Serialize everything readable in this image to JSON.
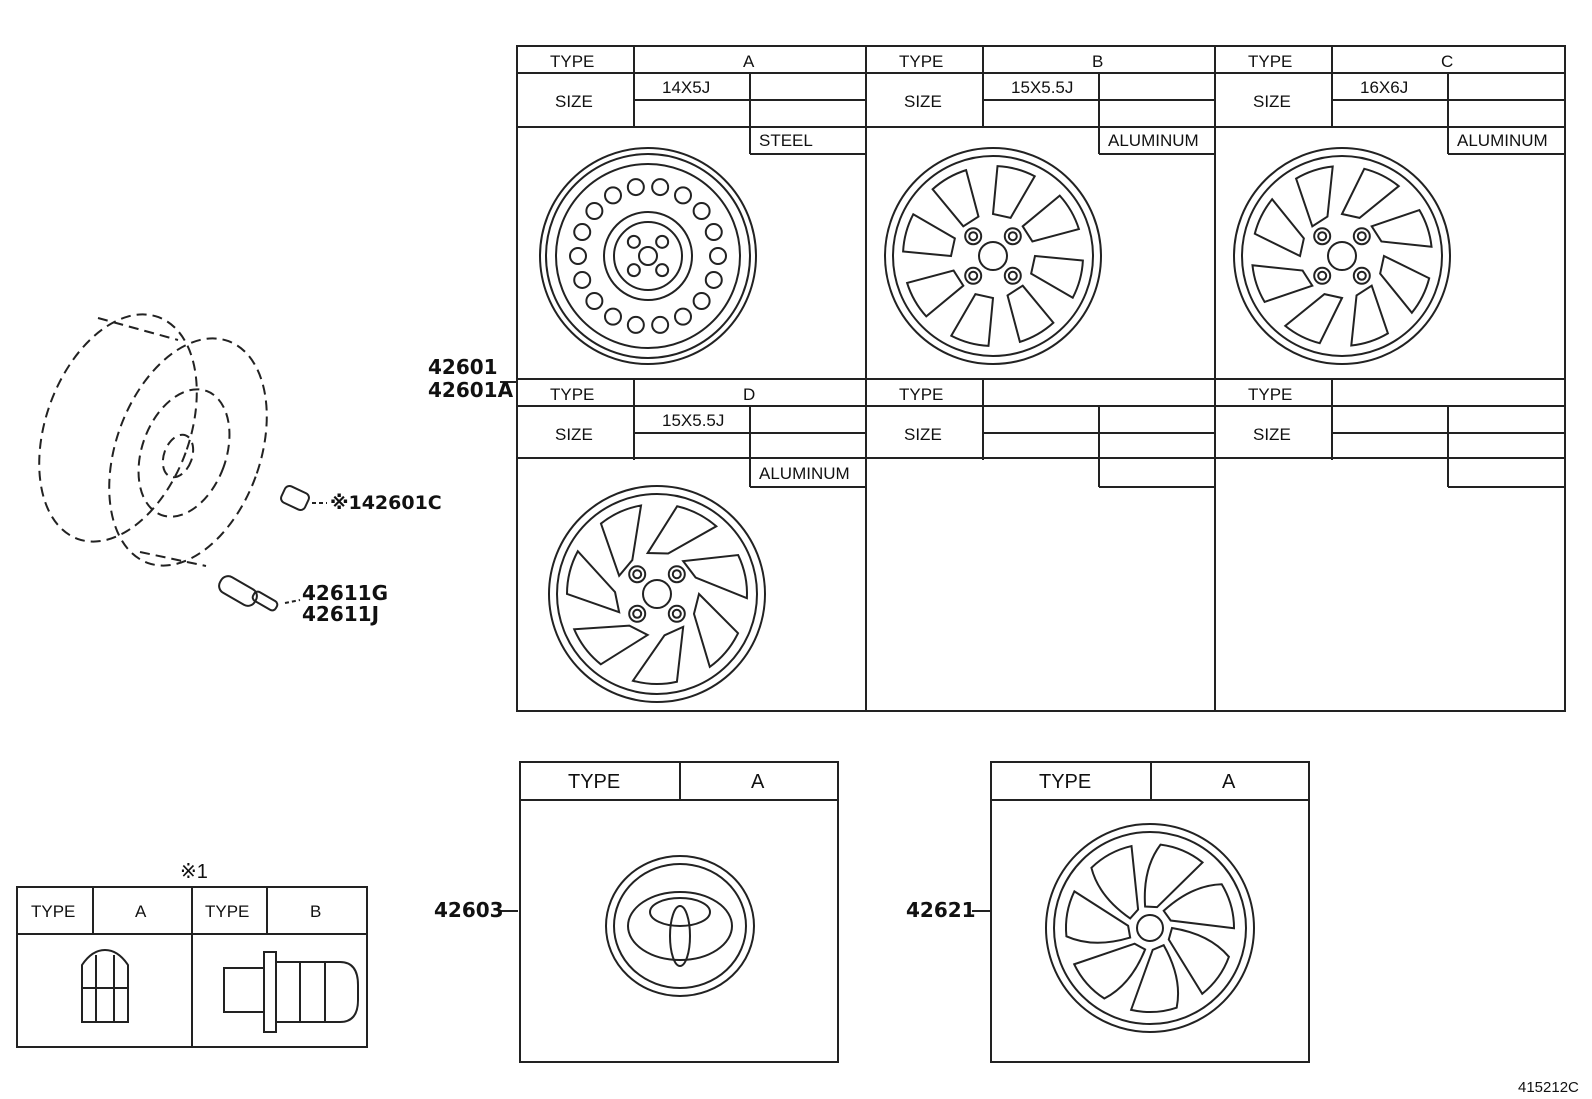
{
  "wheel_table": {
    "type_label": "TYPE",
    "size_label": "SIZE",
    "panels": [
      {
        "type": "A",
        "size": "14X5J",
        "material": "STEEL",
        "icon": "steel-wheel-icon"
      },
      {
        "type": "B",
        "size": "15X5.5J",
        "material": "ALUMINUM",
        "icon": "alloy-wheel-b-icon"
      },
      {
        "type": "C",
        "size": "16X6J",
        "material": "ALUMINUM",
        "icon": "alloy-wheel-c-icon"
      },
      {
        "type": "D",
        "size": "15X5.5J",
        "material": "ALUMINUM",
        "icon": "alloy-wheel-d-icon"
      },
      {
        "type": "",
        "size": "",
        "material": "",
        "icon": ""
      },
      {
        "type": "",
        "size": "",
        "material": "",
        "icon": ""
      }
    ]
  },
  "callouts": {
    "wheel_1": "42601",
    "wheel_2": "42601A",
    "hub_nut": "※142601C",
    "valve_1": "42611G",
    "valve_2": "42611J",
    "ornament": "42603",
    "wheel_cap": "42621"
  },
  "nut_table": {
    "note_mark": "※1",
    "type_label": "TYPE",
    "types": [
      "A",
      "B"
    ]
  },
  "ornament_table": {
    "type_label": "TYPE",
    "type": "A",
    "icon": "toyota-emblem-icon"
  },
  "cap_table": {
    "type_label": "TYPE",
    "type": "A",
    "icon": "wheel-cap-icon"
  },
  "figure_code": "415212C"
}
